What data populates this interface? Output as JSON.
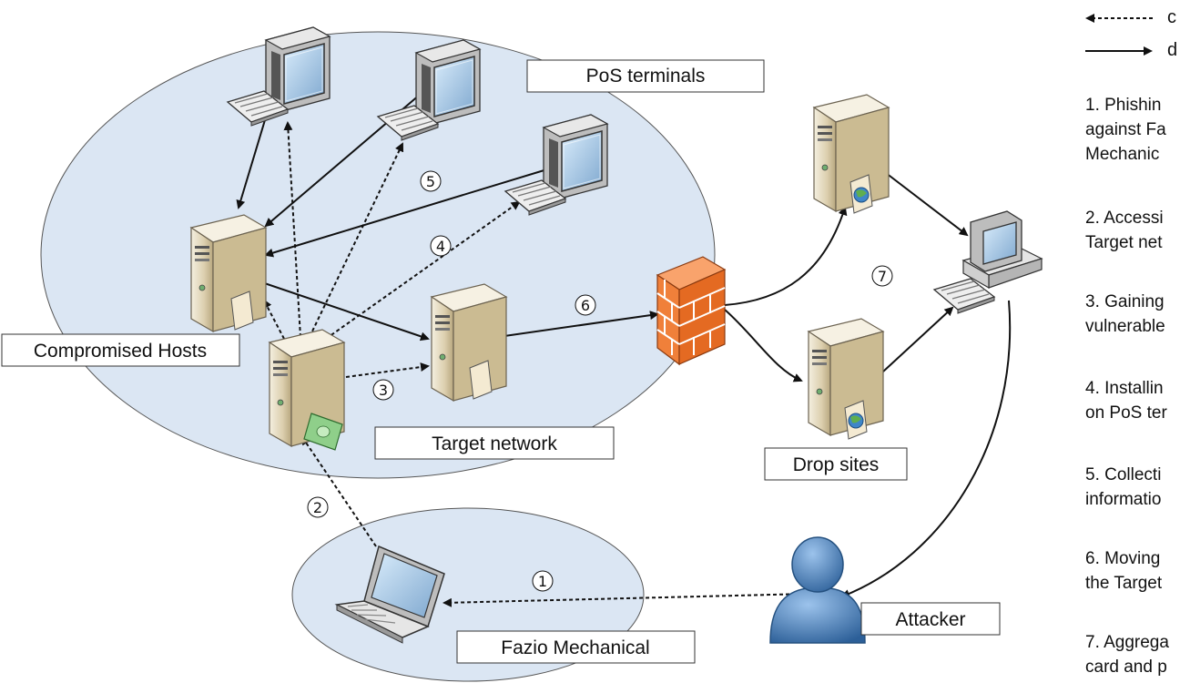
{
  "labels": {
    "pos_terminals": "PoS terminals",
    "compromised_hosts": "Compromised Hosts",
    "target_network": "Target network",
    "drop_sites": "Drop sites",
    "fazio_mechanical": "Fazio Mechanical",
    "attacker": "Attacker"
  },
  "step_numbers": [
    "①",
    "②",
    "③",
    "④",
    "⑤",
    "⑥",
    "⑦"
  ],
  "legend": {
    "dashed": "c",
    "solid": "d"
  },
  "steps": [
    {
      "line1": "1. Phishin",
      "line2": "against Fa",
      "line3": "Mechanic"
    },
    {
      "line1": "2. Accessi",
      "line2": "Target net"
    },
    {
      "line1": "3. Gaining",
      "line2": "vulnerable"
    },
    {
      "line1": "4. Installin",
      "line2": "on PoS ter"
    },
    {
      "line1": "5. Collecti",
      "line2": "informatio"
    },
    {
      "line1": "6. Moving",
      "line2": "the Target"
    },
    {
      "line1": "7. Aggrega",
      "line2": "card and p"
    }
  ],
  "colors": {
    "network_fill": "#dbe6f3",
    "firewall": "#f0803a",
    "attacker": "#3f78b5",
    "server": "#dccfae"
  }
}
